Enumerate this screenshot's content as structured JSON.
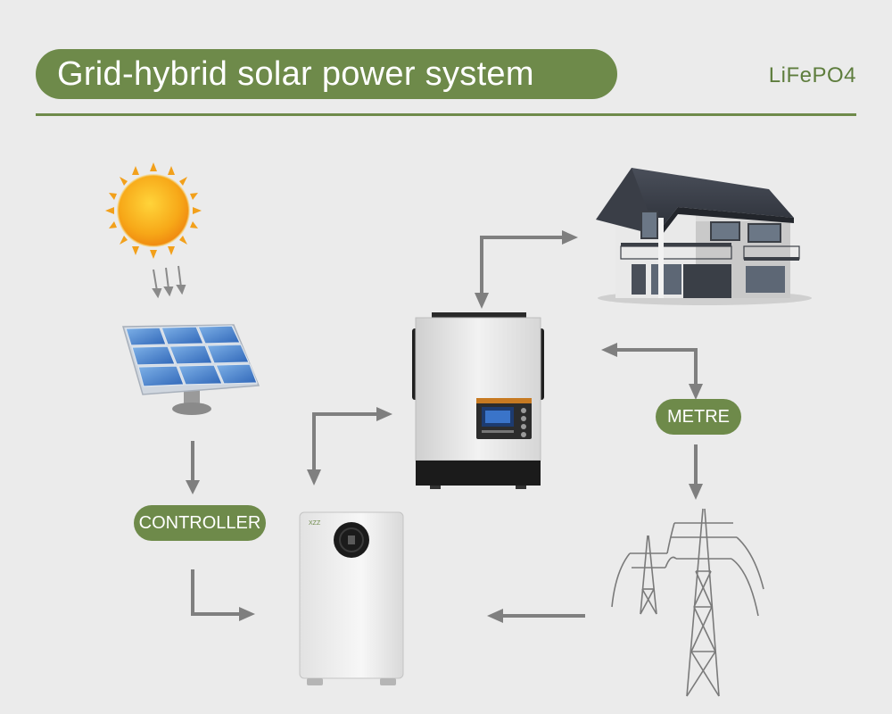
{
  "header": {
    "title": "Grid-hybrid solar power system",
    "battery_chemistry": "LiFePO4"
  },
  "nodes": {
    "controller": "CONTROLLER",
    "metre": "METRE"
  },
  "battery": {
    "brand": "XZZ"
  },
  "colors": {
    "accent": "#6e8a4a",
    "arrow": "#7f7f7f",
    "background": "#ebebeb"
  }
}
